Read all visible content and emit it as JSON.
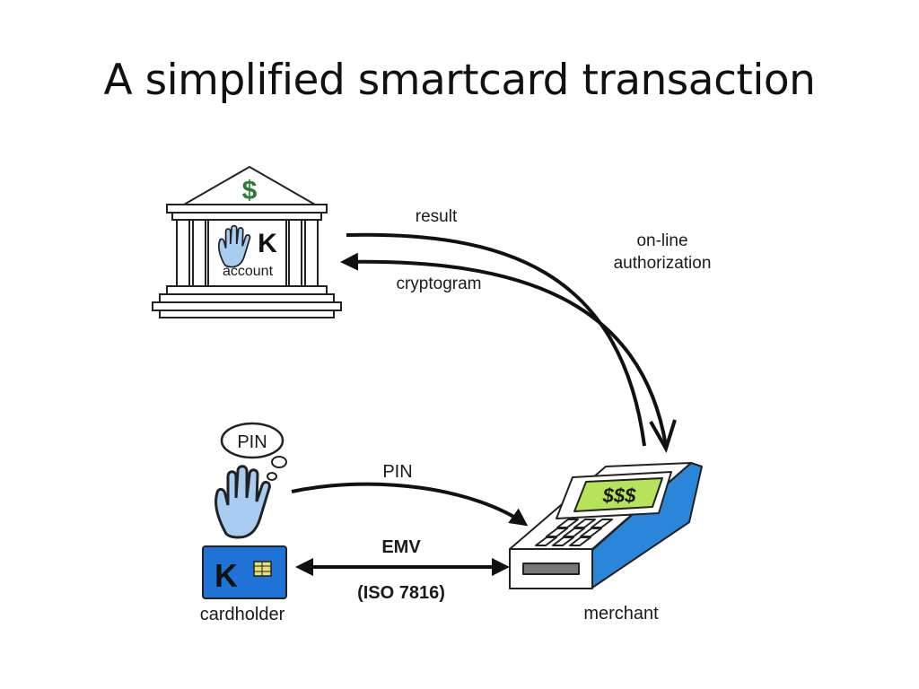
{
  "title": "A simplified smartcard transaction",
  "bank": {
    "symbol": "$",
    "card_letter": "K",
    "label": "account"
  },
  "flows": {
    "result": "result",
    "cryptogram": "cryptogram",
    "online_line1": "on-line",
    "online_line2": "authorization",
    "pin": "PIN",
    "emv": "EMV",
    "iso": "(ISO 7816)"
  },
  "cardholder": {
    "thought": "PIN",
    "card_letter": "K",
    "label": "cardholder"
  },
  "merchant": {
    "display": "$$$",
    "label": "merchant"
  },
  "colors": {
    "hand": "#a9cdf0",
    "card": "#1f73d6",
    "chip": "#e8e070",
    "terminal_side": "#2a86d9",
    "display": "#b6e35a",
    "dollar": "#2e7d32"
  }
}
